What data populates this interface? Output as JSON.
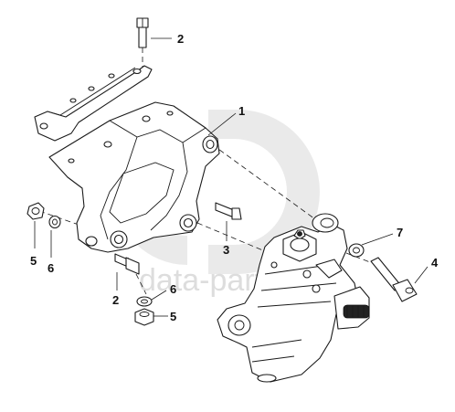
{
  "diagram": {
    "callouts": [
      {
        "id": "c-2-top",
        "label": "2"
      },
      {
        "id": "c-1",
        "label": "1"
      },
      {
        "id": "c-3",
        "label": "3"
      },
      {
        "id": "c-5-left",
        "label": "5"
      },
      {
        "id": "c-6-left",
        "label": "6"
      },
      {
        "id": "c-2-bottom",
        "label": "2"
      },
      {
        "id": "c-6-bottom",
        "label": "6"
      },
      {
        "id": "c-5-bottom",
        "label": "5"
      },
      {
        "id": "c-7",
        "label": "7"
      },
      {
        "id": "c-4",
        "label": "4"
      }
    ],
    "watermark": {
      "text": "data-parts"
    }
  }
}
